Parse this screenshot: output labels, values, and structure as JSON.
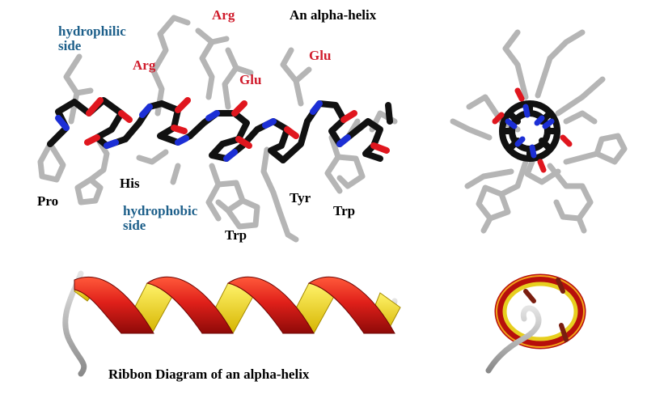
{
  "title": "An alpha-helix",
  "ribbon_caption": "Ribbon Diagram of an alpha-helix",
  "sides": {
    "hydrophilic": [
      "hydrophilic",
      "side"
    ],
    "hydrophobic": [
      "hydrophobic",
      "side"
    ]
  },
  "residues": {
    "arg_top": "Arg",
    "arg_mid": "Arg",
    "glu_mid": "Glu",
    "glu_right": "Glu",
    "pro": "Pro",
    "his": "His",
    "trp_mid": "Trp",
    "tyr": "Tyr",
    "trp_right": "Trp"
  },
  "colors": {
    "polar_label": "#d01c2c",
    "side_label": "#1d5f8a",
    "backbone": "#111111",
    "sidechain": "#b8b8b8",
    "nitrogen": "#1c2fd6",
    "oxygen": "#e0161e",
    "ribbon_outer": "#e0201a",
    "ribbon_inner": "#f2e21a"
  }
}
